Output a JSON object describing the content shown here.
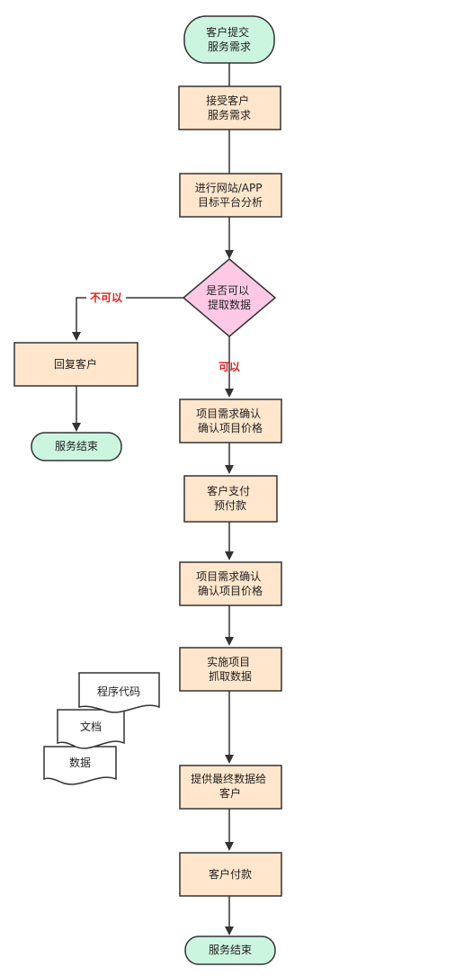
{
  "colors": {
    "terminal_fill": "#ccf5e0",
    "process_fill": "#ffe6cc",
    "decision_fill": "#ffc9e6",
    "stroke": "#333333",
    "label_red": "#e0201e"
  },
  "nodes": {
    "start": [
      "客户提交",
      "服务需求"
    ],
    "accept": [
      "接受客户",
      "服务需求"
    ],
    "analyze": [
      "进行网站/APP",
      "目标平台分析"
    ],
    "decision": [
      "是否可以",
      "提取数据"
    ],
    "reply": [
      "回复客户"
    ],
    "end_left": [
      "服务结束"
    ],
    "confirm1": [
      "项目需求确认",
      "确认项目价格"
    ],
    "prepay": [
      "客户支付",
      "预付款"
    ],
    "confirm2": [
      "项目需求确认",
      "确认项目价格"
    ],
    "implement": [
      "实施项目",
      "抓取数据"
    ],
    "deliver": [
      "提供最终数据给",
      "客户"
    ],
    "pay": [
      "客户付款"
    ],
    "end": [
      "服务结束"
    ]
  },
  "labels": {
    "no": "不可以",
    "yes": "可以"
  },
  "documents": {
    "code": "程序代码",
    "doc": "文档",
    "data": "数据"
  }
}
